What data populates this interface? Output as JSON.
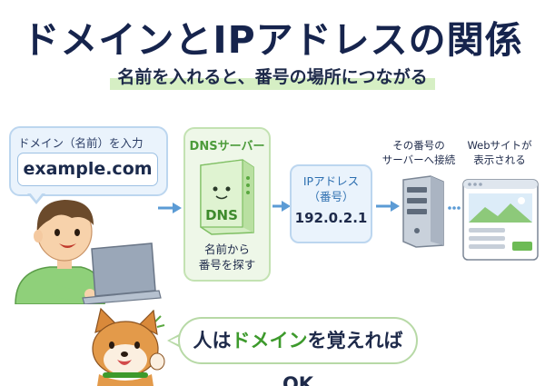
{
  "title": "ドメインとIPアドレスの関係",
  "subtitle": "名前を入れると、番号の場所につながる",
  "input_step": {
    "label": "ドメイン（名前）を入力",
    "value": "example.com"
  },
  "dns_step": {
    "title": "DNSサーバー",
    "server_label": "DNS",
    "description_line1": "名前から",
    "description_line2": "番号を探す"
  },
  "ip_step": {
    "label_line1": "IPアドレス",
    "label_line2": "（番号）",
    "value": "192.0.2.1"
  },
  "connect_step": {
    "label_line1": "その番号の",
    "label_line2": "サーバーへ接続"
  },
  "website_step": {
    "label_line1": "Webサイトが",
    "label_line2": "表示される"
  },
  "message": {
    "prefix": "人は",
    "highlight": "ドメイン",
    "suffix": "を覚えればOK"
  },
  "colors": {
    "title": "#16244d",
    "accent_green": "#3d9a2c",
    "accent_blue": "#2d6fb0",
    "panel_blue": "#eaf3fc",
    "panel_green": "#eef7e8",
    "arrow": "#5b9bd5"
  },
  "icons": [
    "person-laptop-icon",
    "dns-server-icon",
    "server-tower-icon",
    "website-window-icon",
    "shiba-dog-icon",
    "arrow-right-icon"
  ]
}
